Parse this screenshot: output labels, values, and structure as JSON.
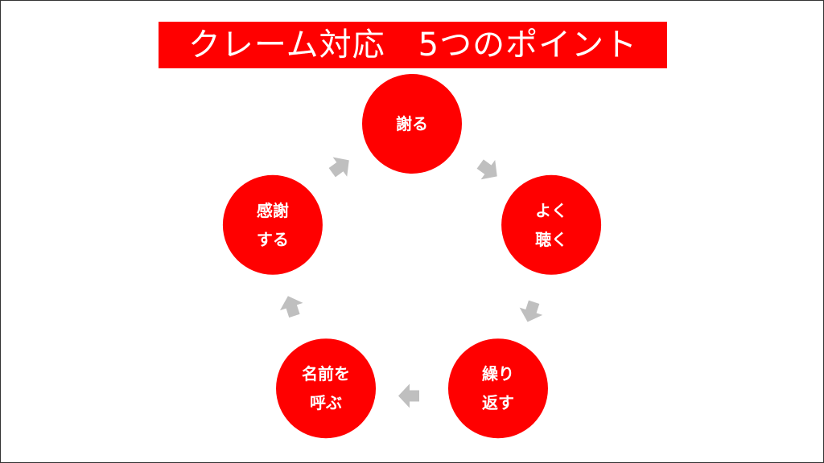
{
  "title": "クレーム対応　5つのポイント",
  "colors": {
    "circle": "#ff0000",
    "arrow": "#bfbfbf",
    "text": "#ffffff"
  },
  "steps": [
    {
      "lines": [
        "謝る"
      ]
    },
    {
      "lines": [
        "よく",
        "聴く"
      ]
    },
    {
      "lines": [
        "繰り",
        "返す"
      ]
    },
    {
      "lines": [
        "名前を",
        "呼ぶ"
      ]
    },
    {
      "lines": [
        "感謝",
        "する"
      ]
    }
  ]
}
